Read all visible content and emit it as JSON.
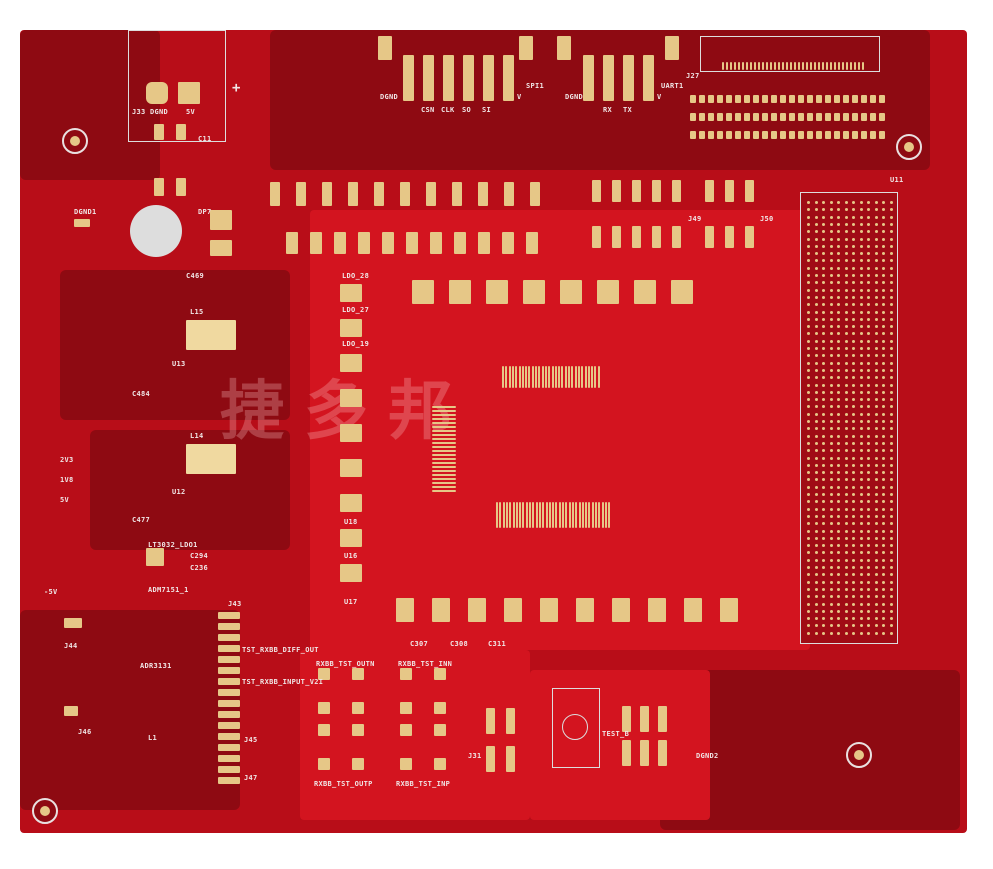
{
  "labels": {
    "j33": "J33",
    "dgnd_top": "DGND",
    "v5": "5V",
    "plus1": "+",
    "c11": "C11",
    "dgnd1": "DGND1",
    "c469": "C469",
    "dp7": "DP7",
    "dgnd_spi": "DGND",
    "csn": "CSN",
    "clk": "CLK",
    "so": "SO",
    "si": "SI",
    "v_spi": "V",
    "spi1": "SPI1",
    "dgnd_uart": "DGND",
    "rx": "RX",
    "tx": "TX",
    "v_uart": "V",
    "uart1": "UART1",
    "j27": "J27",
    "u11": "U11",
    "j49": "J49",
    "j50": "J50",
    "l15": "L15",
    "l14": "L14",
    "u13": "U13",
    "u12": "U12",
    "c484": "C484",
    "c477": "C477",
    "ldo28": "LDO_28",
    "ldo27": "LDO_27",
    "ldo19": "LDO_19",
    "u18": "U18",
    "u16": "U16",
    "u17": "U17",
    "lt3032": "LT3032_LDO1",
    "adm7151": "ADM7151_1",
    "adr3131": "ADR3131",
    "l1": "L1",
    "j43": "J43",
    "j44": "J44",
    "j45": "J45",
    "j46": "J46",
    "j47": "J47",
    "tst_diff": "TST_RXBB_DIFF_OUT",
    "tst_input": "TST_RXBB_INPUT_V2I",
    "outn": "RXBB_TST_OUTN",
    "inn": "RXBB_TST_INN",
    "outp": "RXBB_TST_OUTP",
    "inp": "RXBB_TST_INP",
    "j31": "J31",
    "test_b": "TEST_B",
    "c307": "C307",
    "c308": "C308",
    "c311": "C311",
    "v2v3": "2V3",
    "v1v8": "1V8",
    "v5b": "5V",
    "neg5v": "-5V",
    "dgnd2": "DGND2",
    "c294": "C294",
    "c236": "C236"
  },
  "watermark": "捷多邦"
}
